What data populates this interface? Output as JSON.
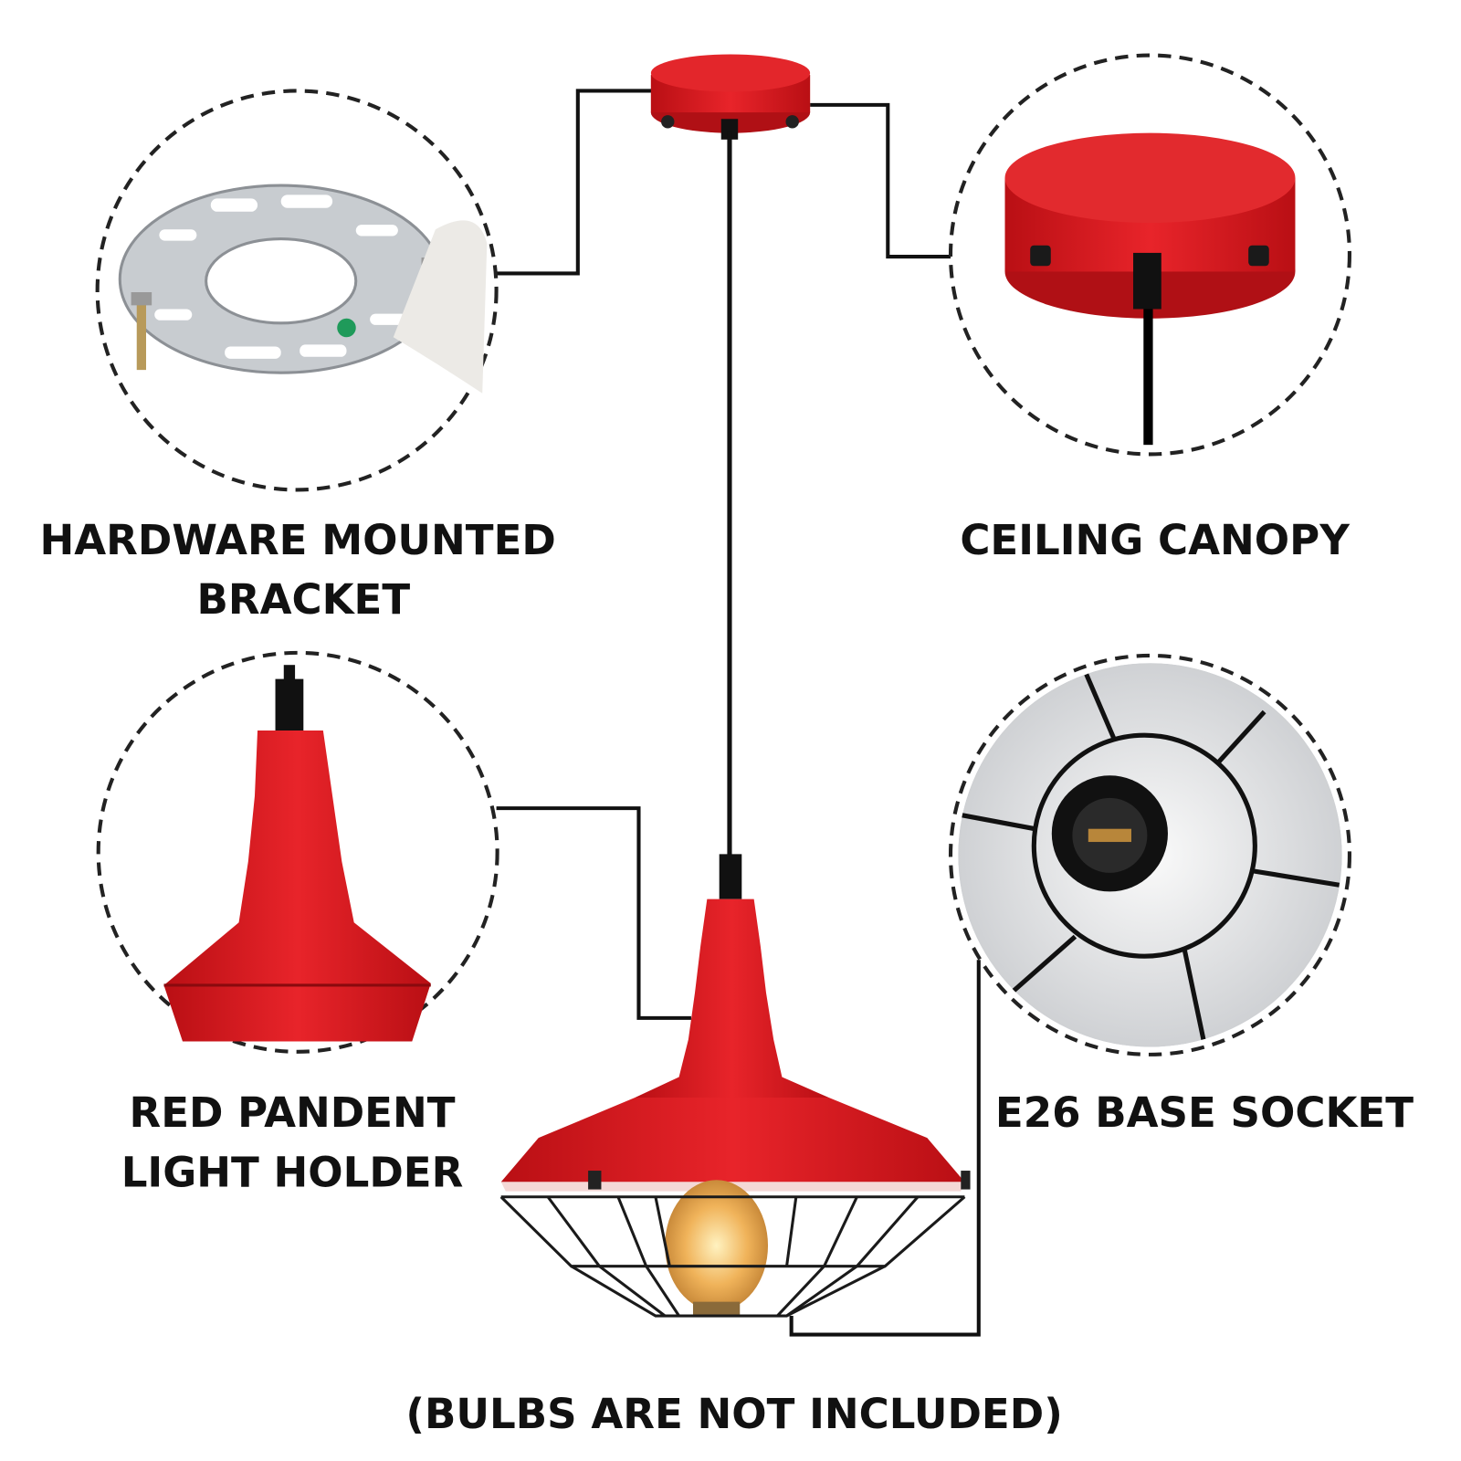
{
  "labels": {
    "bracket_line1": "HARDWARE MOUNTED",
    "bracket_line2": "BRACKET",
    "canopy": "CEILING CANOPY",
    "holder_line1": "RED PANDENT",
    "holder_line2": "LIGHT HOLDER",
    "socket": "E26 BASE SOCKET",
    "note": "(BULBS ARE NOT INCLUDED)"
  },
  "colors": {
    "lamp_red": "#d9171c",
    "cord": "#111111",
    "metal": "#c8ccd0"
  }
}
